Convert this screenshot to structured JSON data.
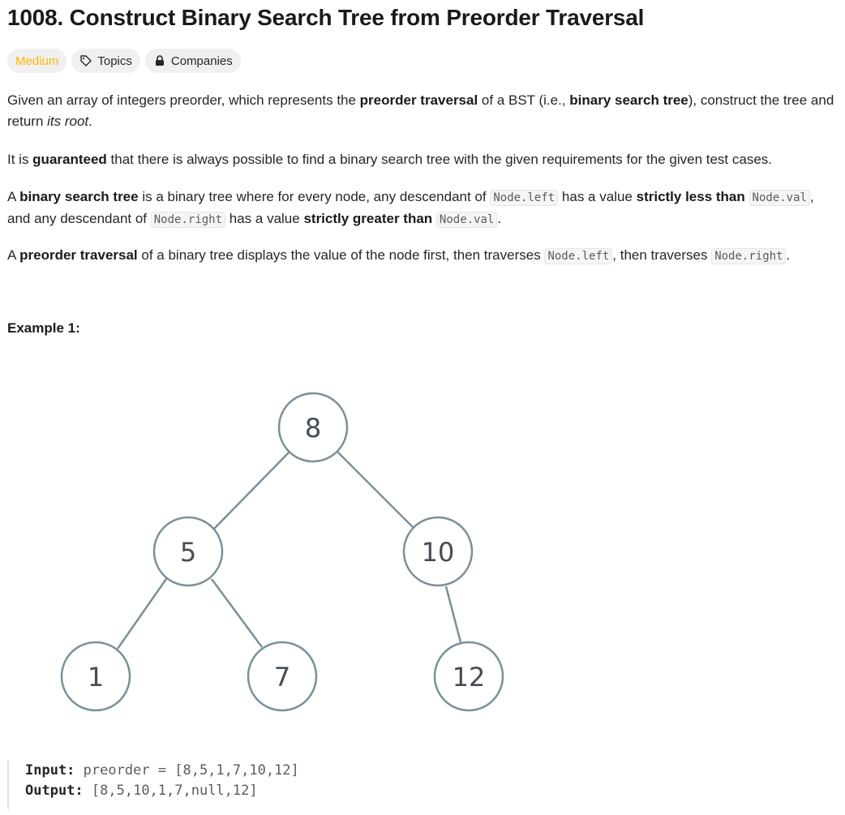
{
  "problem": {
    "title": "1008. Construct Binary Search Tree from Preorder Traversal",
    "difficulty": "Medium",
    "topics_label": "Topics",
    "companies_label": "Companies"
  },
  "description": {
    "p1": {
      "a": "Given an array of integers preorder, which represents the ",
      "b": "preorder traversal",
      "c": " of a BST (i.e., ",
      "d": "binary search tree",
      "e": "), construct the tree and return ",
      "f": "its root",
      "g": "."
    },
    "p2": {
      "a": "It is ",
      "b": "guaranteed",
      "c": " that there is always possible to find a binary search tree with the given requirements for the given test cases."
    },
    "p3": {
      "a": "A ",
      "b": "binary search tree",
      "c": " is a binary tree where for every node, any descendant of ",
      "code1": "Node.left",
      "d": " has a value ",
      "e": "strictly less than",
      "f": " ",
      "code2": "Node.val",
      "g": ", and any descendant of ",
      "code3": "Node.right",
      "h": " has a value ",
      "i": "strictly greater than",
      "j": " ",
      "code4": "Node.val",
      "k": "."
    },
    "p4": {
      "a": "A ",
      "b": "preorder traversal",
      "c": " of a binary tree displays the value of the node first, then traverses ",
      "code1": "Node.left",
      "d": ", then traverses ",
      "code2": "Node.right",
      "e": "."
    }
  },
  "example": {
    "title": "Example 1:",
    "tree_nodes": [
      "8",
      "5",
      "10",
      "1",
      "7",
      "12"
    ],
    "input_label": "Input:",
    "input_value": "preorder = [8,5,1,7,10,12]",
    "output_label": "Output:",
    "output_value": "[8,5,10,1,7,null,12]"
  },
  "colors": {
    "difficulty_medium": "#ffb800",
    "tree_stroke": "#7a9099"
  },
  "icons": {
    "topics": "tag-icon",
    "companies": "lock-icon"
  }
}
